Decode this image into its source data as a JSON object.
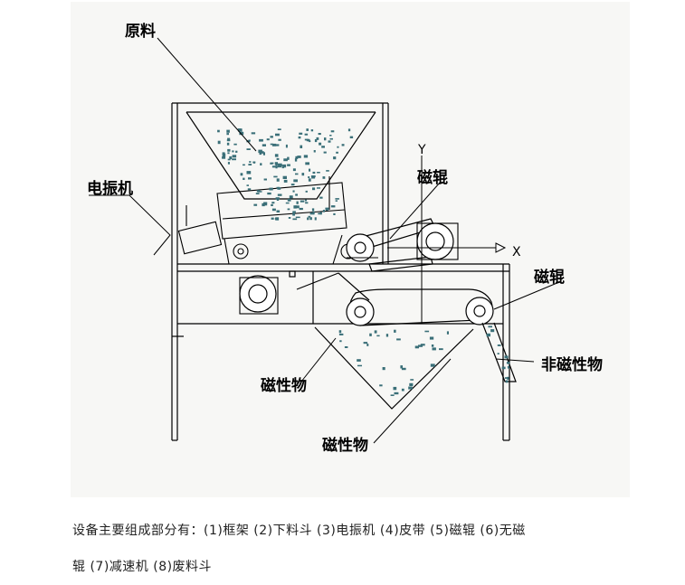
{
  "labels": {
    "raw_material": "原料",
    "vibrator": "电振机",
    "magnetic_roller_top": "磁辊",
    "magnetic_roller_right": "磁辊",
    "non_magnetic": "非磁性物",
    "magnetic_left": "磁性物",
    "magnetic_bottom": "磁性物",
    "axis_y": "Y",
    "axis_x": "X"
  },
  "caption": {
    "line1": "设备主要组成部分有：(1)框架 (2)下料斗 (3)电振机 (4)皮带 (5)磁辊 (6)无磁",
    "line2": "辊 (7)减速机 (8)废料斗"
  },
  "colors": {
    "particles": "#3a6f78",
    "lines": "#000000"
  }
}
